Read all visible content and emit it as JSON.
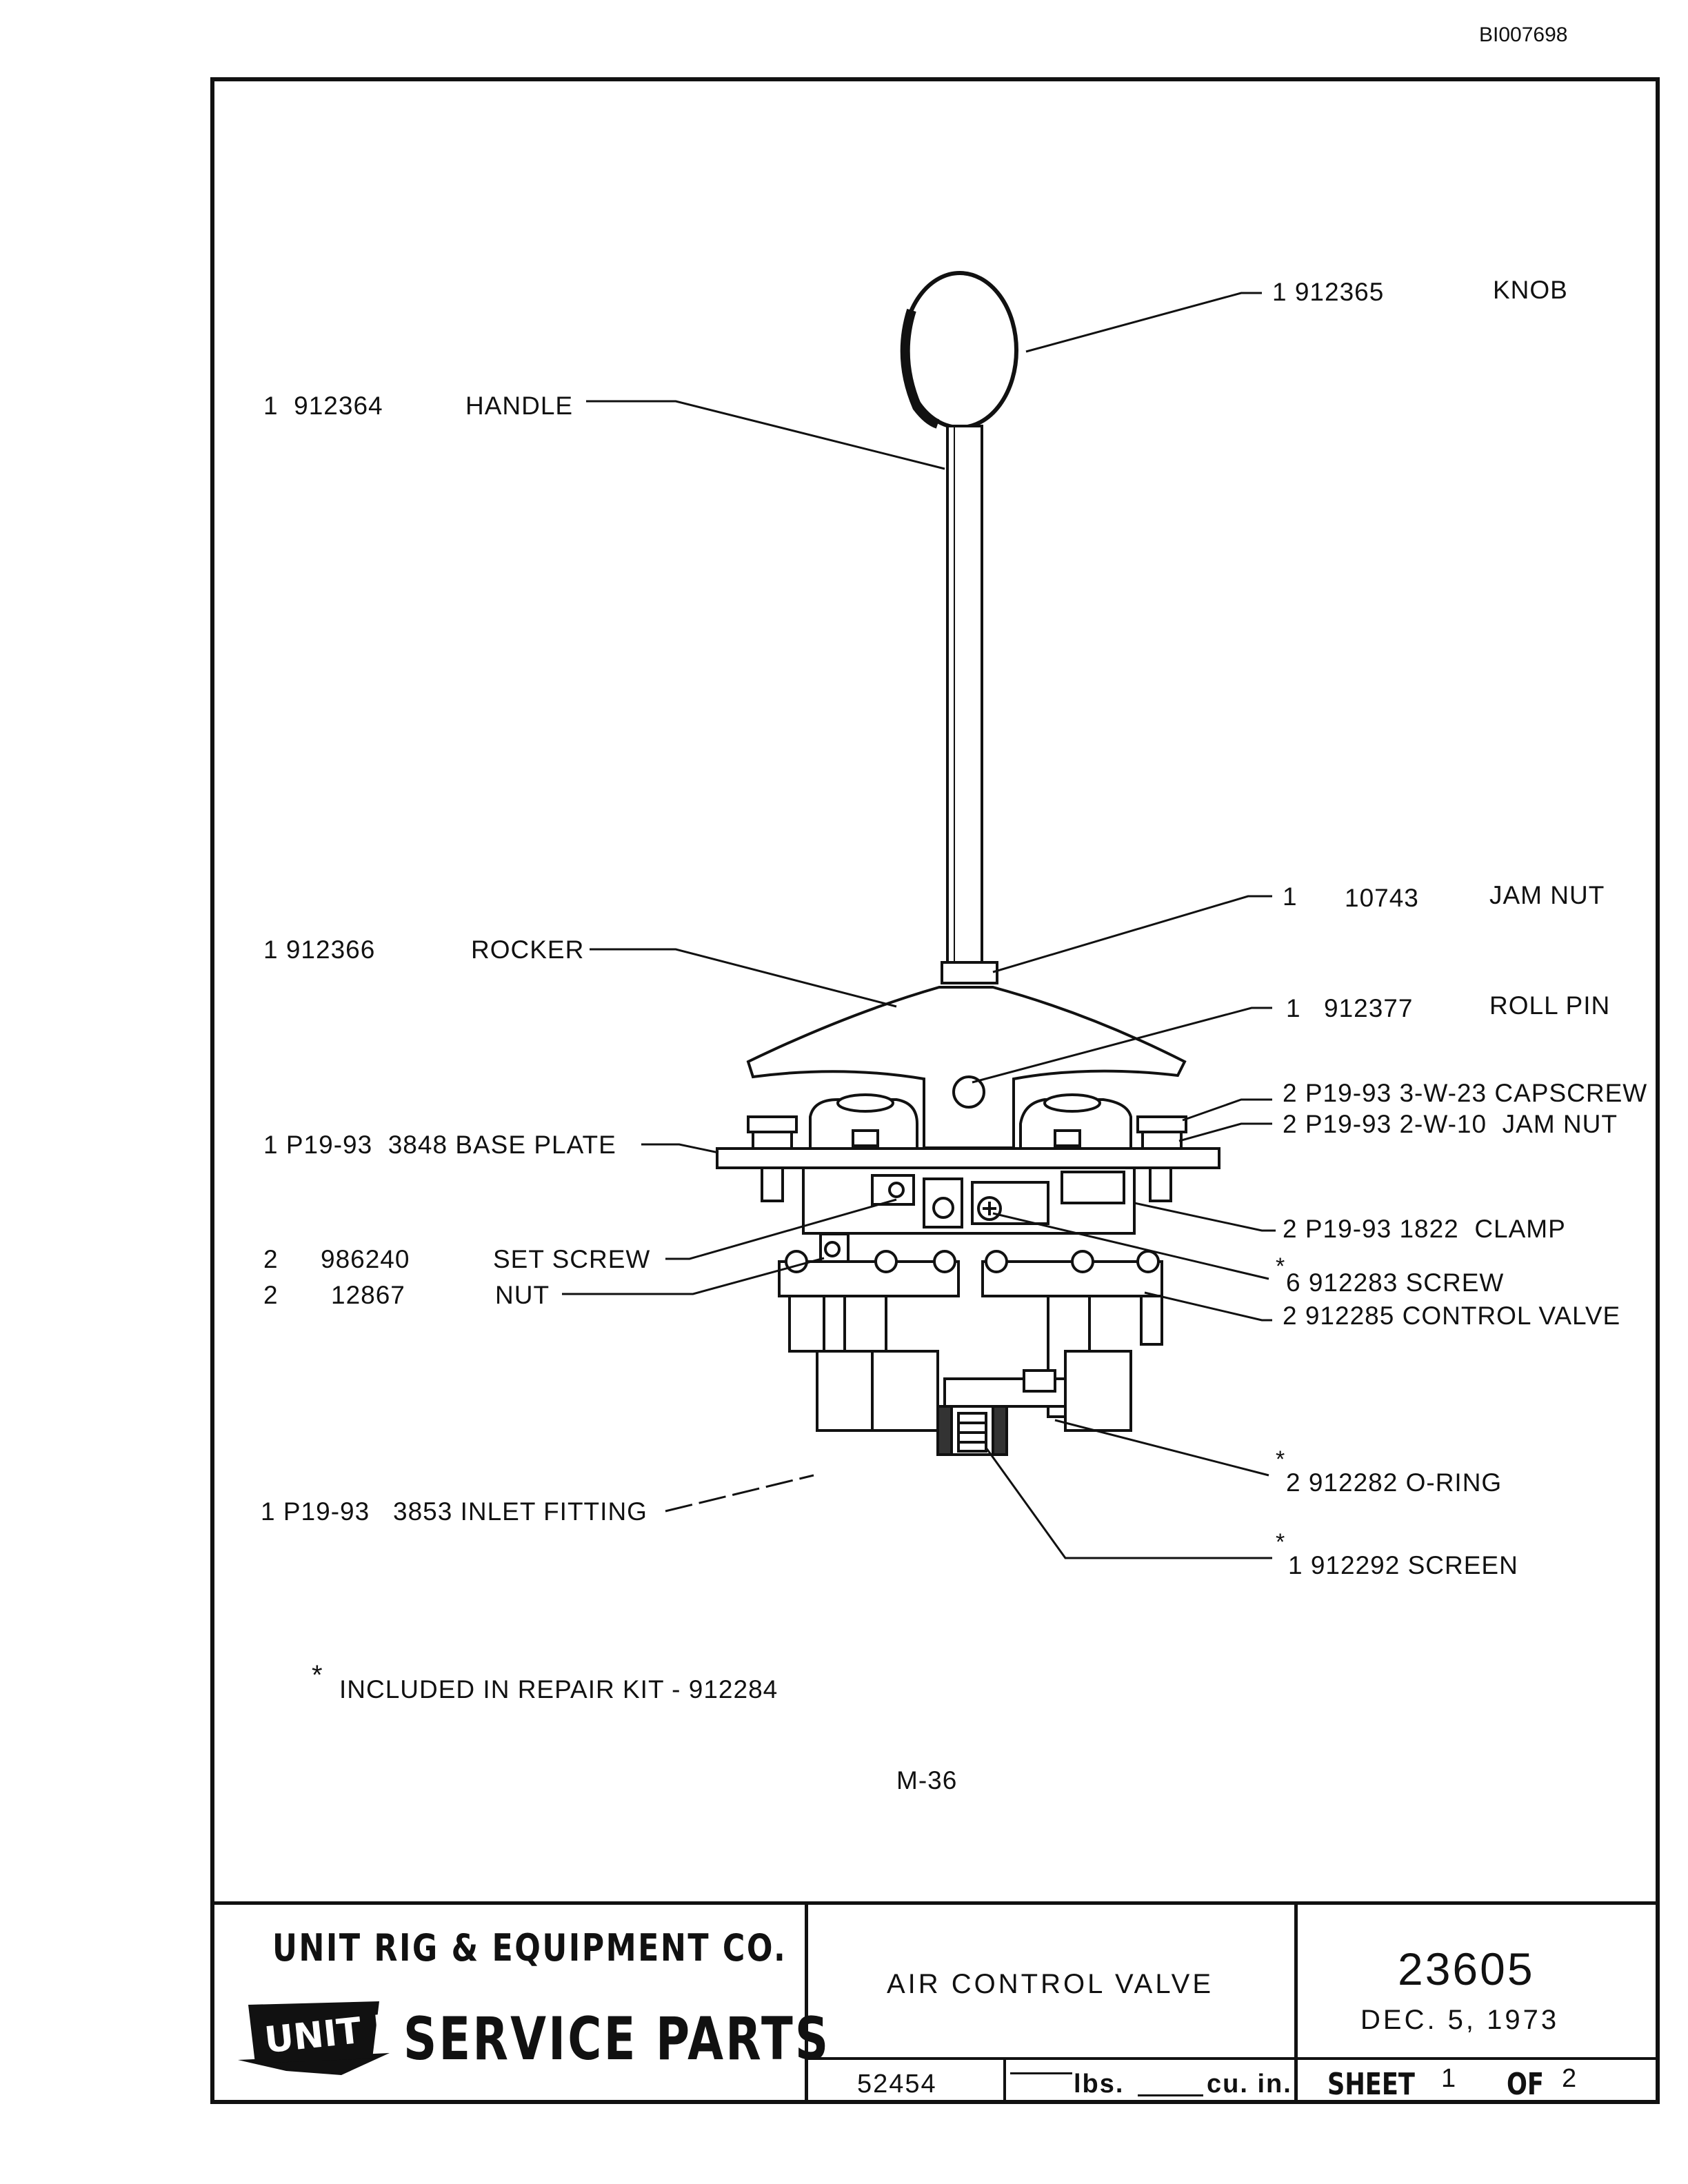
{
  "doc_id": "BI007698",
  "callouts": {
    "knob": {
      "qty": "1",
      "part": "912365",
      "name": "KNOB"
    },
    "handle": {
      "qty": "1",
      "part": "912364",
      "name": "HANDLE"
    },
    "jam_nut": {
      "qty": "1",
      "part": "10743",
      "name": "JAM NUT"
    },
    "rocker": {
      "qty": "1",
      "part": "912366",
      "name": "ROCKER"
    },
    "roll_pin": {
      "qty": "1",
      "part": "912377",
      "name": "ROLL PIN"
    },
    "capscrew": {
      "qty": "2",
      "part": "P19-93",
      "spec": "3-W-23",
      "name": "CAPSCREW"
    },
    "jam_nut_2": {
      "qty": "2",
      "part": "P19-93",
      "spec": "2-W-10",
      "name": "JAM NUT"
    },
    "base_plate": {
      "qty": "1",
      "part": "P19-93",
      "spec": "3848",
      "name": "BASE PLATE"
    },
    "clamp": {
      "qty": "2",
      "part": "P19-93",
      "spec": "1822",
      "name": "CLAMP"
    },
    "set_screw": {
      "qty": "2",
      "part": "986240",
      "name": "SET SCREW"
    },
    "screw": {
      "mark": "*",
      "qty": "6",
      "part": "912283",
      "name": "SCREW"
    },
    "nut": {
      "qty": "2",
      "part": "12867",
      "name": "NUT"
    },
    "control_valve": {
      "qty": "2",
      "part": "912285",
      "name": "CONTROL VALVE"
    },
    "o_ring": {
      "mark": "*",
      "qty": "2",
      "part": "912282",
      "name": "O-RING"
    },
    "inlet_fitting": {
      "qty": "1",
      "part": "P19-93",
      "spec": "3853",
      "name": "INLET FITTING"
    },
    "screen": {
      "mark": "*",
      "qty": "1",
      "part": "912292",
      "name": "SCREEN"
    }
  },
  "footnote": {
    "mark": "*",
    "text": "INCLUDED IN REPAIR KIT - 912284"
  },
  "page_ref": "M-36",
  "title_block": {
    "company": "UNIT RIG & EQUIPMENT CO.",
    "logo_text": "UNIT RIG",
    "service": "SERVICE PARTS",
    "title": "AIR CONTROL VALVE",
    "part_number": "23605",
    "date": "DEC. 5, 1973",
    "ref_number": "52454",
    "weight_unit": "lbs.",
    "volume_unit": "cu. in.",
    "sheet_label": "SHEET",
    "sheet_num": "1",
    "of_label": "OF",
    "sheet_total": "2"
  }
}
